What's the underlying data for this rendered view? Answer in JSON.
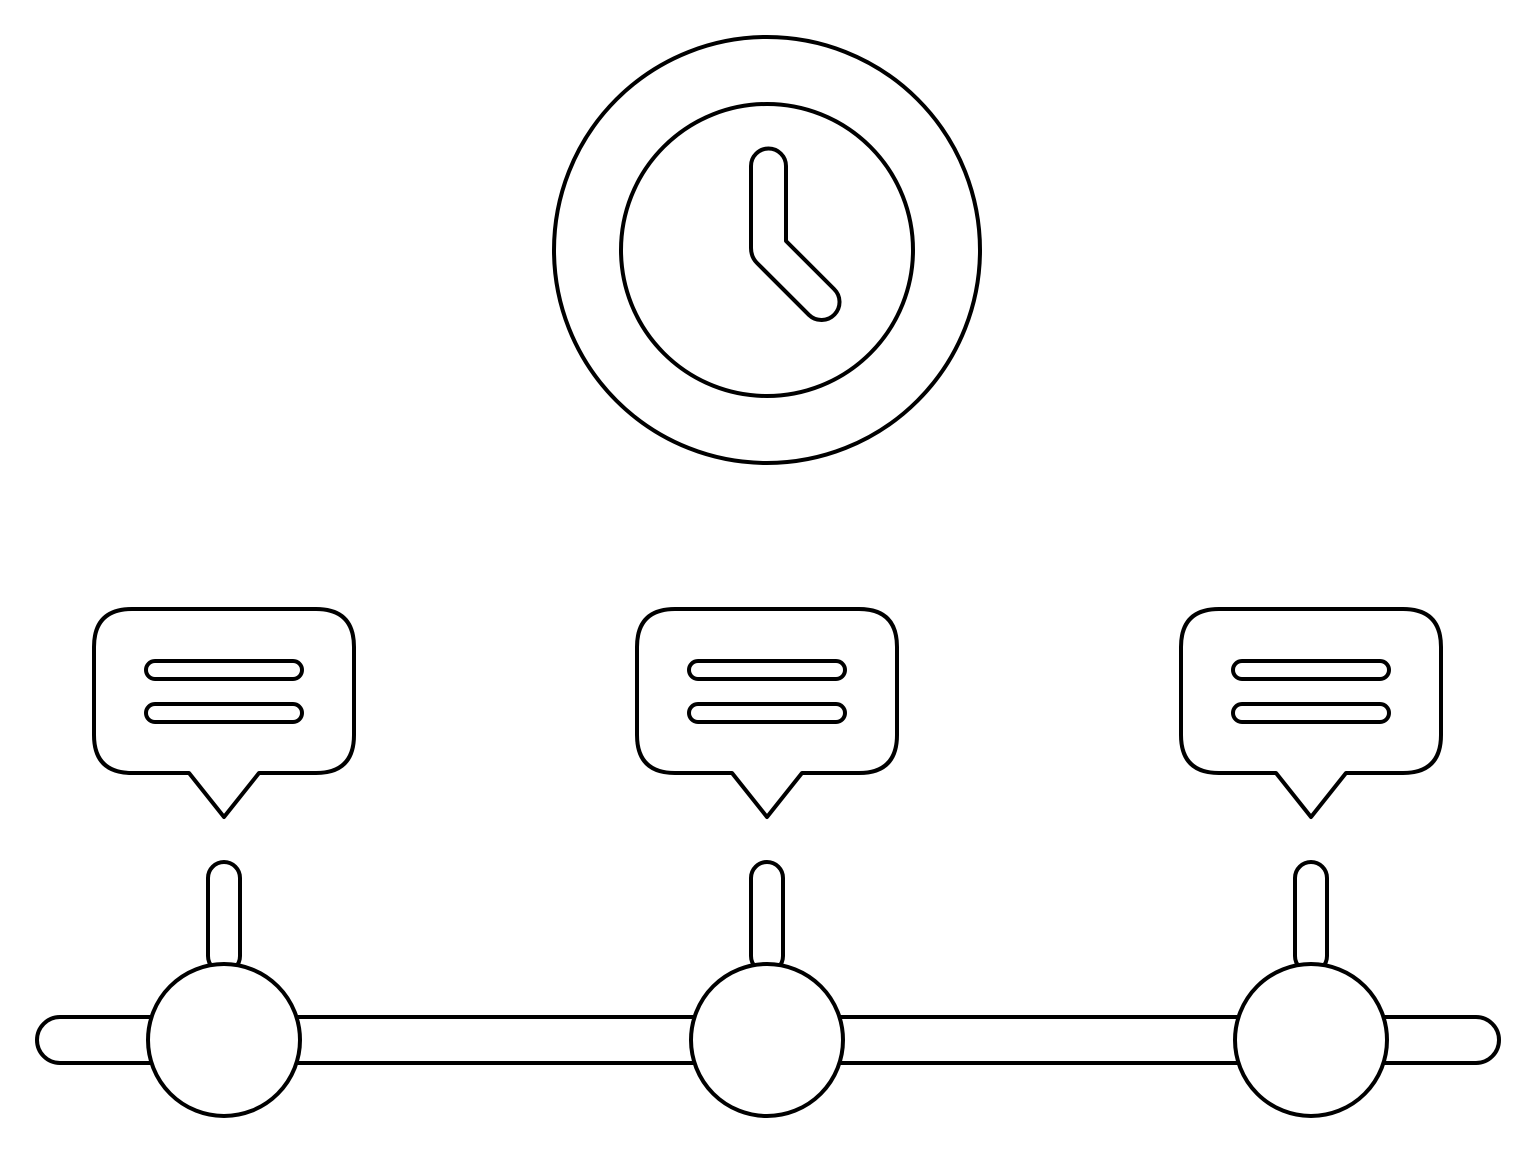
{
  "diagram": {
    "stroke_color": "#000000",
    "fill_color": "#ffffff",
    "clock": {
      "icon": "clock-icon"
    },
    "milestones": [
      {
        "icon": "message-bubble-icon",
        "text_lines": 2
      },
      {
        "icon": "message-bubble-icon",
        "text_lines": 2
      },
      {
        "icon": "message-bubble-icon",
        "text_lines": 2
      }
    ],
    "timeline": {
      "icon": "timeline-bar"
    }
  }
}
